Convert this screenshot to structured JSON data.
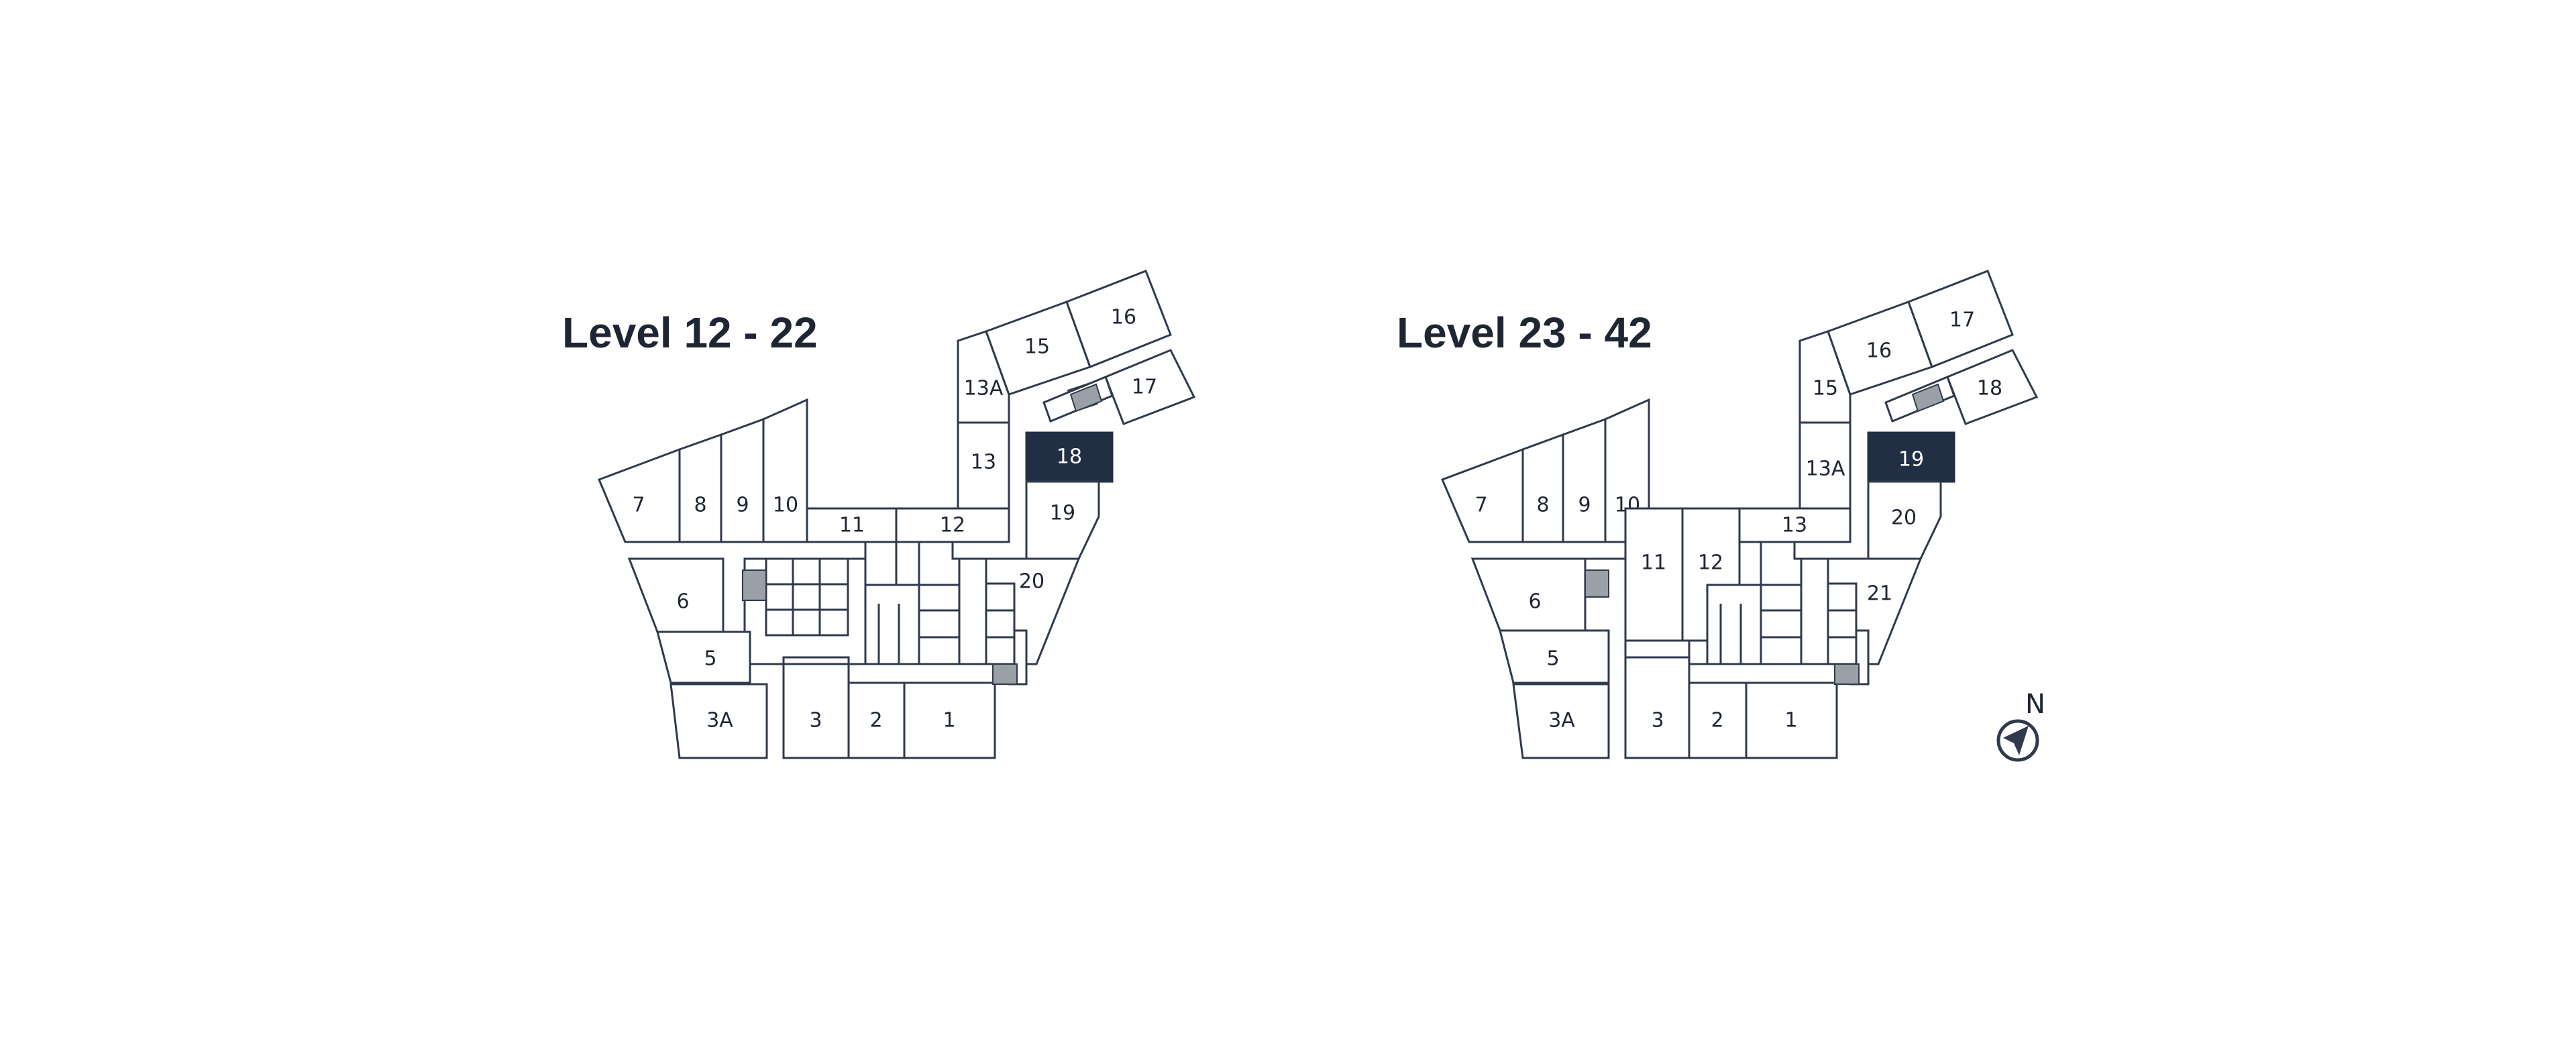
{
  "plans": [
    {
      "title": "Level 12 - 22",
      "selected_unit": "18",
      "units": [
        "1",
        "2",
        "3",
        "3A",
        "5",
        "6",
        "7",
        "8",
        "9",
        "10",
        "11",
        "12",
        "13",
        "13A",
        "15",
        "16",
        "17",
        "18",
        "19",
        "20"
      ]
    },
    {
      "title": "Level 23 - 42",
      "selected_unit": "19",
      "units": [
        "1",
        "2",
        "3",
        "3A",
        "5",
        "6",
        "7",
        "8",
        "9",
        "10",
        "11",
        "12",
        "13",
        "13A",
        "15",
        "16",
        "17",
        "18",
        "19",
        "20",
        "21"
      ]
    }
  ],
  "compass": {
    "label": "N"
  },
  "colors": {
    "selected_fill": "#222e44",
    "line": "#2f3a4c",
    "stair": "#9aa0a8",
    "background": "#ffffff"
  }
}
